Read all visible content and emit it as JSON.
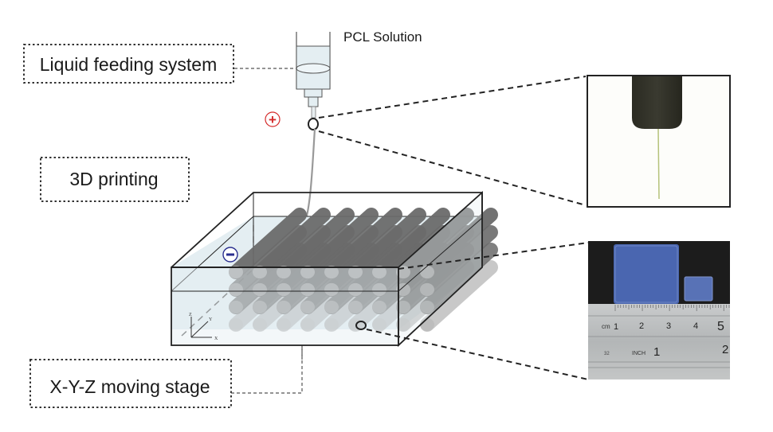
{
  "labels": {
    "pcl_solution": "PCL Solution",
    "liquid_feeding_system": "Liquid feeding system",
    "printing_3d": "3D printing",
    "xyz_stage": "X-Y-Z moving stage"
  },
  "electrodes": {
    "positive": "+",
    "negative": "−",
    "positive_color": "#d42a2a",
    "negative_color": "#2a2f8f"
  },
  "axes": {
    "x": "X",
    "y": "Y",
    "z": "Z"
  },
  "scaffold": {
    "rows": 9,
    "layers": 3
  },
  "ruler": {
    "cm_label": "cm",
    "cm_ticks": [
      "1",
      "2",
      "3",
      "4",
      "5"
    ],
    "inch_label": "INCH",
    "inch_prefix": "32",
    "inch_ticks": [
      "1",
      "2"
    ]
  },
  "colors": {
    "liquid": "#e4eef2",
    "fiber": "#6a6a6a",
    "fiber_light": "#a8a8a8",
    "scaffold_blue": "#4a66b0",
    "photo_bg": "#1c1c1c",
    "ruler": "#b9bcbd"
  }
}
